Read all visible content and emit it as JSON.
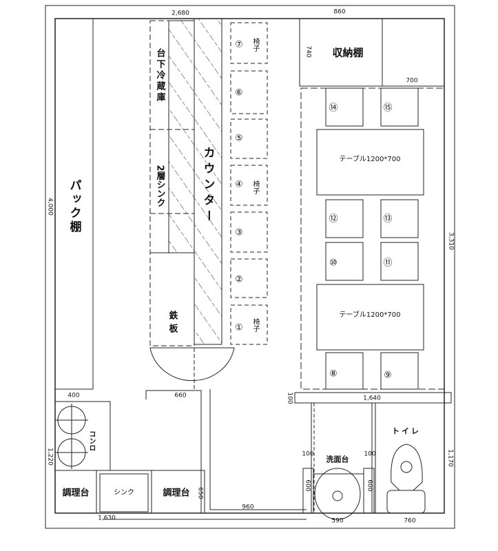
{
  "plan": {
    "pack_shelf": "パック棚",
    "fridge": "台下冷蔵庫",
    "two_sink": "2層シンク",
    "griddle": "鉄板",
    "counter": "カウンター",
    "storage": "収納棚",
    "table_label": "テーブル1200*700",
    "stove": "コンロ",
    "prep_table": "調理台",
    "sink": "シンク",
    "washbasin": "洗面台",
    "toilet": "トイレ",
    "chair_label": "椅子",
    "chairs": [
      "①",
      "②",
      "③",
      "④",
      "⑤",
      "⑥",
      "⑦",
      "⑧",
      "⑨",
      "⑩",
      "⑪",
      "⑫",
      "⑬",
      "⑭",
      "⑮"
    ]
  },
  "dimensions": {
    "d2680": "2,680",
    "d860": "860",
    "d740": "740",
    "d700": "700",
    "d4000": "4,000",
    "d3310": "3,310",
    "d400": "400",
    "d660": "660",
    "d100a": "100",
    "d1640": "1,640",
    "d1220": "1,220",
    "d650": "650",
    "d1630": "1,630",
    "d960": "960",
    "d100b": "100",
    "d100c": "100",
    "d600a": "600",
    "d600b": "600",
    "d1170": "1,170",
    "d590": "590",
    "d760": "760"
  }
}
